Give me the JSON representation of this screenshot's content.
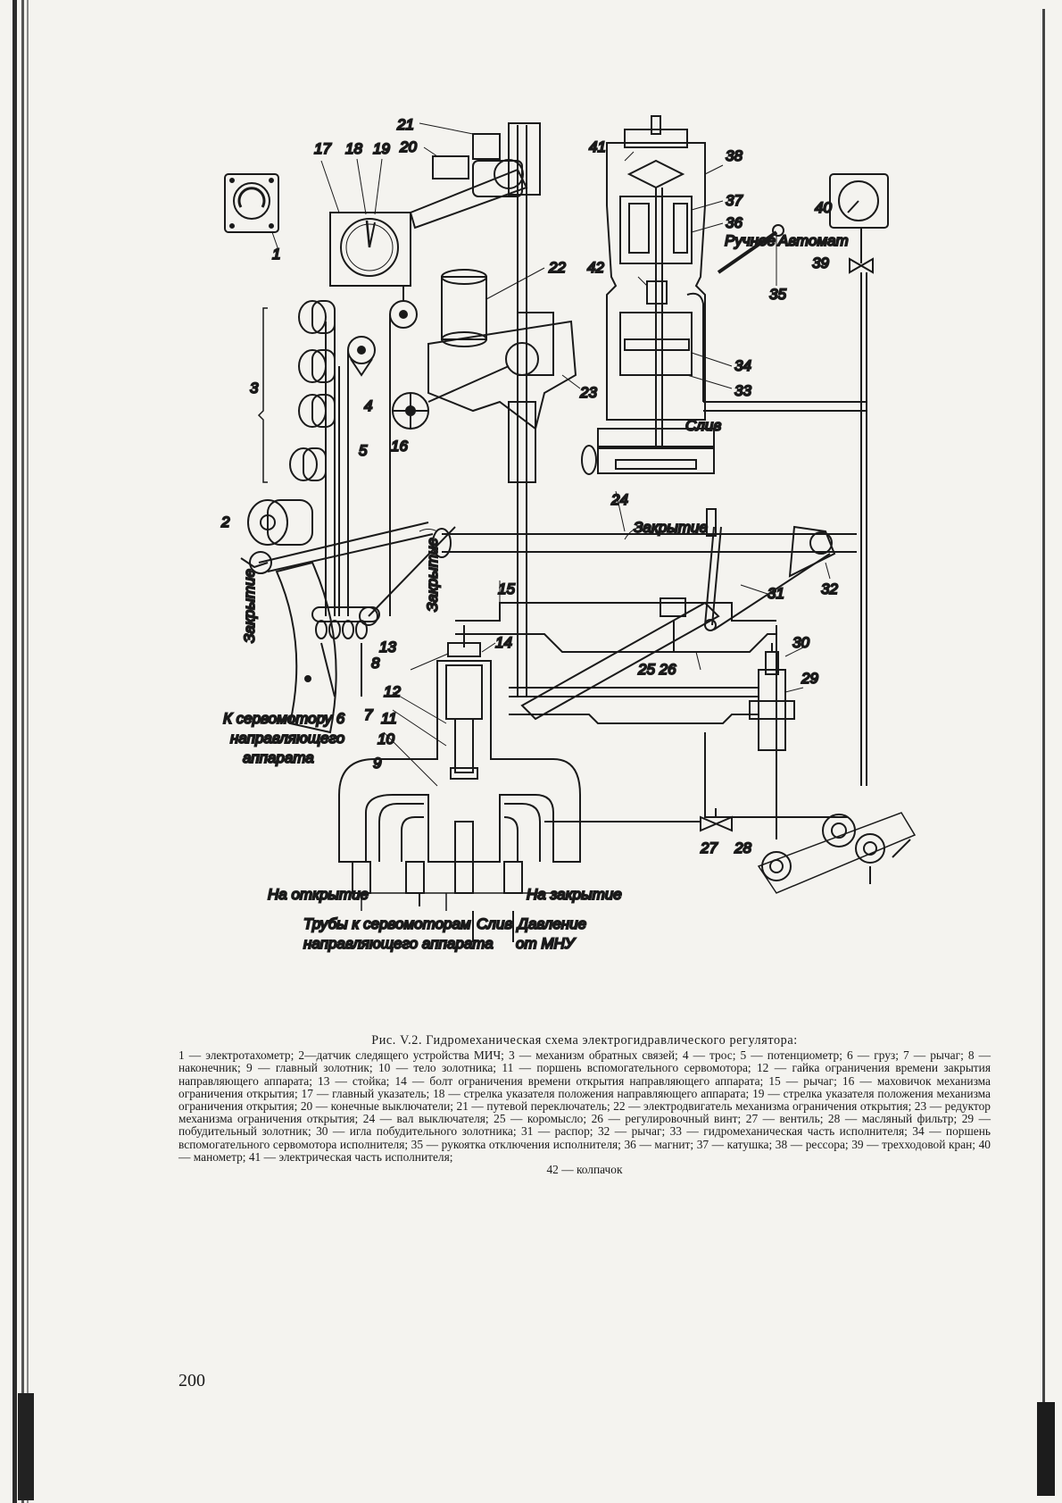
{
  "figure": {
    "labels": {
      "n1": "1",
      "n2": "2",
      "n3": "3",
      "n4": "4",
      "n5": "5",
      "n7": "7",
      "n8": "8",
      "n9": "9",
      "n10": "10",
      "n11": "11",
      "n12": "12",
      "n13": "13",
      "n14": "14",
      "n15": "15",
      "n16": "16",
      "n17": "17",
      "n18": "18",
      "n19": "19",
      "n20": "20",
      "n21": "21",
      "n22": "22",
      "n23": "23",
      "n24": "24",
      "n25_26": "25 26",
      "n27": "27",
      "n28": "28",
      "n29": "29",
      "n30": "30",
      "n31": "31",
      "n32": "32",
      "n33": "33",
      "n34": "34",
      "n35": "35",
      "n36": "36",
      "n37": "37",
      "n38": "38",
      "n39": "39",
      "n40": "40",
      "n41": "41",
      "n42": "42"
    },
    "text": {
      "manual": "Ручное",
      "auto": "Автомат",
      "drain_top": "Слив",
      "closing_shaft": "Закрытие",
      "closing_left": "Закрытие",
      "closing_mid": "Закрытие",
      "servo_line1": "К сервомотору 6",
      "servo_line2": "направляющего",
      "servo_line3": "аппарата",
      "opening": "На открытие",
      "closing_bottom": "На закрытие",
      "pipes_line1": "Трубы к сервомоторам",
      "pipes_line2": "направляющего аппарата",
      "drain_bottom": "Слив",
      "pressure_line1": "Давление",
      "pressure_line2": "от МНУ"
    }
  },
  "caption": {
    "title": "Рис. V.2. Гидромеханическая схема электрогидравлического регулятора:",
    "body": "1 — электротахометр; 2—датчик следящего устройства МИЧ; 3 — механизм обратных связей; 4 — трос; 5 — потенциометр; 6 — груз; 7 — рычаг; 8 — наконечник; 9 — главный золотник; 10 — тело золотника; 11 — поршень вспомогательного сервомотора; 12 — гайка ограничения времени закрытия направляющего аппарата; 13 — стойка; 14 — болт ограничения времени открытия направляющего аппарата; 15 — рычаг; 16 — маховичок механизма ограничения открытия; 17 — главный указатель; 18 — стрелка указателя положения направляющего аппарата; 19 — стрелка указателя положения механизма ограничения открытия; 20 — конечные выключатели; 21 — путевой переключатель; 22 — электродвигатель механизма ограничения открытия; 23 — редуктор механизма ограничения открытия; 24 — вал выключателя; 25 — коромысло; 26 — регулировочный винт; 27 — вентиль; 28 — масляный фильтр; 29 — побудительный золотник; 30 — игла побудительного золотника; 31 — распор; 32 — рычаг; 33 — гидромеханическая часть исполнителя; 34 — поршень вспомогательного сервомотора исполнителя; 35 — рукоятка отключения исполнителя; 36 — магнит; 37 — катушка; 38 — рессора; 39 — трехходовой кран; 40 — манометр; 41 — электрическая часть исполнителя;",
    "last": "42 — колпачок"
  },
  "page_number": "200"
}
